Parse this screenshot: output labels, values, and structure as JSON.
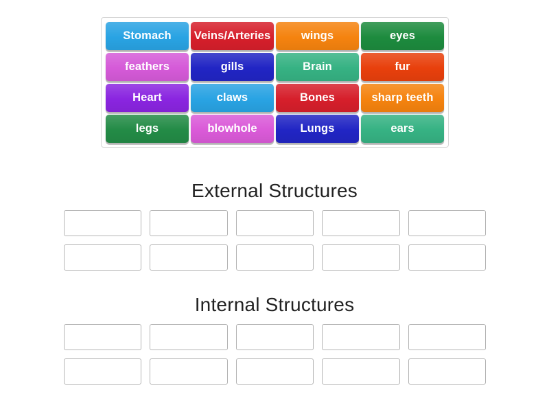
{
  "activity": {
    "type": "group-sort",
    "background_color": "#ffffff"
  },
  "word_bank": {
    "name": "word-bank",
    "border_color": "#d6d6d6",
    "rows": [
      [
        {
          "label": "Stomach",
          "color": "#29a3e3"
        },
        {
          "label": "Veins/Arteries",
          "color": "#d61f2b"
        },
        {
          "label": "wings",
          "color": "#f5830f"
        },
        {
          "label": "eyes",
          "color": "#1d8b3e"
        }
      ],
      [
        {
          "label": "feathers",
          "color": "#d55ad8"
        },
        {
          "label": "gills",
          "color": "#2125c4"
        },
        {
          "label": "Brain",
          "color": "#36b283"
        },
        {
          "label": "fur",
          "color": "#e8400c"
        }
      ],
      [
        {
          "label": "Heart",
          "color": "#8a25e0"
        },
        {
          "label": "claws",
          "color": "#29a3e3"
        },
        {
          "label": "Bones",
          "color": "#d61f2b"
        },
        {
          "label": "sharp teeth",
          "color": "#f5830f"
        }
      ],
      [
        {
          "label": "legs",
          "color": "#238b46"
        },
        {
          "label": "blowhole",
          "color": "#da5ad8"
        },
        {
          "label": "Lungs",
          "color": "#2125c4"
        },
        {
          "label": "ears",
          "color": "#36b283"
        }
      ]
    ]
  },
  "sections": [
    {
      "id": "external",
      "title": "External Structures",
      "zone_rows": [
        [
          "",
          "",
          "",
          "",
          ""
        ],
        [
          "",
          "",
          "",
          "",
          ""
        ]
      ]
    },
    {
      "id": "internal",
      "title": "Internal Structures",
      "zone_rows": [
        [
          "",
          "",
          "",
          "",
          ""
        ],
        [
          "",
          "",
          "",
          "",
          ""
        ]
      ]
    }
  ]
}
